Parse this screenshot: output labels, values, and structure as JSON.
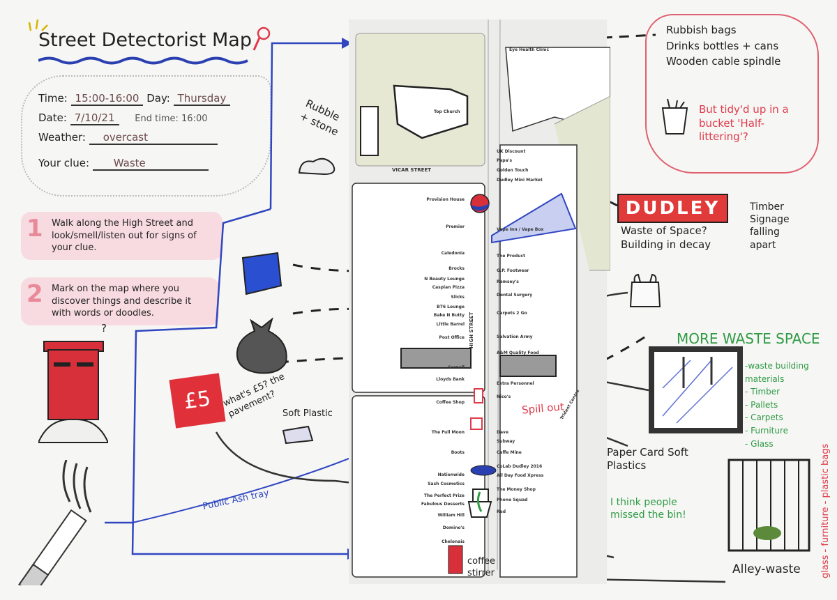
{
  "title": "Street Detectorist Map",
  "info": {
    "time_label": "Time:",
    "time_value": "15:00-16:00",
    "day_label": "Day:",
    "day_value": "Thursday",
    "date_label": "Date:",
    "date_value": "7/10/21",
    "end_time": "End time: 16:00",
    "weather_label": "Weather:",
    "weather_value": "overcast",
    "clue_label": "Your clue:",
    "clue_value": "Waste"
  },
  "steps": [
    {
      "num": "1",
      "text": "Walk along the High Street and look/smell/listen out for signs of your clue."
    },
    {
      "num": "2",
      "text": "Mark on the map where you discover things and describe it with words or doodles."
    }
  ],
  "map": {
    "streets": {
      "vicar": "VICAR STREET",
      "high": "HIGH STREET",
      "trident": "Trident Centre",
      "church": "Top Church"
    },
    "left_shops": [
      "Provision House",
      "Premier",
      "Caledonia",
      "Brocks",
      "N Beauty Lounge",
      "Caspian Pizza",
      "Slicks",
      "B76 Lounge",
      "Bake N Butty",
      "Little Barrel",
      "Post Office",
      "Cornell",
      "Lloyds Bank",
      "Coffee Shop",
      "The Full Moon",
      "Boots",
      "Nationwide",
      "Sash Cosmetics",
      "The Perfect Prize",
      "Fabulous Desserts",
      "William Hill",
      "Domino's",
      "Chelonais"
    ],
    "right_shops": [
      "Eye Health Clinic",
      "UK Discount",
      "Papa's",
      "Golden Touch",
      "Dudley Mini Market",
      "Vape Inn / Vape Box",
      "The Product",
      "G.P. Footwear",
      "Ramsey's",
      "Dental Surgery",
      "Carpets 2 Go",
      "Salvation Army",
      "A&M Quality Food",
      "Extra Personnel",
      "Nico's",
      "Dave",
      "Subway",
      "Caffe Mine",
      "CoLab Dudley 2016",
      "All Day Food Xpress",
      "The Money Shop",
      "Phone Squad",
      "Red"
    ]
  },
  "annotations": {
    "rubble": "Rubble + stone",
    "cloud_items": [
      "Rubbish bags",
      "Drinks bottles + cans",
      "Wooden cable spindle"
    ],
    "cloud_note": "But tidy'd up in a bucket 'Half-littering'?",
    "dudley_sign": "DUDLEY",
    "waste_space": "Waste of Space? Building in decay",
    "timber": "Timber Signage falling apart",
    "more_waste": "MORE WASTE SPACE",
    "waste_list": [
      "-waste building materials",
      "- Timber",
      "- Pallets",
      "- Carpets",
      "- Furniture",
      "- Glass"
    ],
    "side_list": "glass - furniture - plastic bags",
    "five": "£5",
    "five_note": "what's £5? the pavement?",
    "soft_plastic": "Soft Plastic",
    "spill_out": "Spill out",
    "ash_tray": "Public Ash tray",
    "paper": "Paper Card Soft Plastics",
    "missed_bin": "I think people missed the bin!",
    "coffee": "coffee stirrer",
    "alley": "Alley-waste",
    "question": "?"
  }
}
